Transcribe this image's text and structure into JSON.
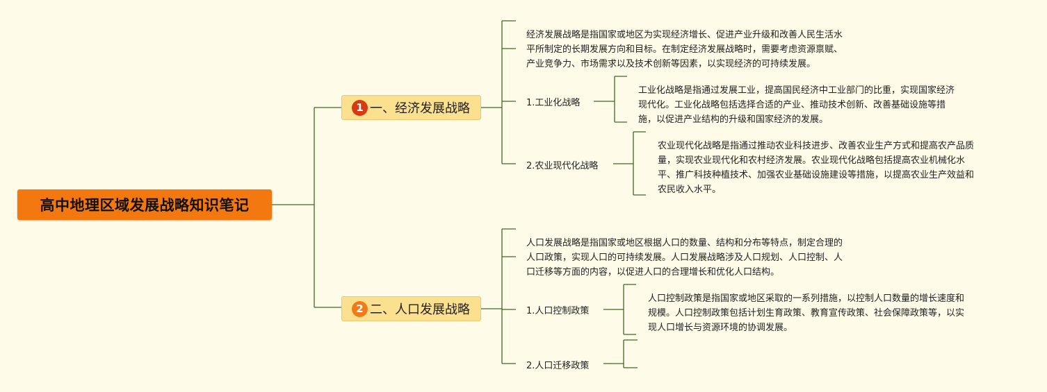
{
  "title": "高中地理区域发展战略知识笔记",
  "colors": {
    "background": "#fefbe9",
    "root": "#f3780f",
    "branch": "#fbe08f",
    "line": "#3c6a22",
    "badge1": "#d63a12",
    "badge2": "#ef7a1a"
  },
  "branches": [
    {
      "number": "1",
      "label": "一、经济发展战略",
      "description": "经济发展战略是指国家或地区为实现经济增长、促进产业升级和改善人民生活水\n平所制定的长期发展方向和目标。在制定经济发展战略时，需要考虑资源禀赋、\n产业竞争力、市场需求以及技术创新等因素，以实现经济的可持续发展。",
      "children": [
        {
          "label": "1.工业化战略",
          "text": "工业化战略是指通过发展工业，提高国民经济中工业部门的比重，实现国家经济\n现代化。工业化战略包括选择合适的产业、推动技术创新、改善基础设施等措\n施，以促进产业结构的升级和国家经济的发展。"
        },
        {
          "label": "2.农业现代化战略",
          "text": "农业现代化战略是指通过推动农业科技进步、改善农业生产方式和提高农产品质\n量，实现农业现代化和农村经济发展。农业现代化战略包括提高农业机械化水\n平、推广科技种植技术、加强农业基础设施建设等措施，以提高农业生产效益和\n农民收入水平。"
        }
      ]
    },
    {
      "number": "2",
      "label": "二、人口发展战略",
      "description": "人口发展战略是指国家或地区根据人口的数量、结构和分布等特点，制定合理的\n人口政策，实现人口的可持续发展。人口发展战略涉及人口规划、人口控制、人\n口迁移等方面的内容，以促进人口的合理增长和优化人口结构。",
      "children": [
        {
          "label": "1.人口控制政策",
          "text": "人口控制政策是指国家或地区采取的一系列措施，以控制人口数量的增长速度和\n规模。人口控制政策包括计划生育政策、教育宣传政策、社会保障政策等，以实\n现人口增长与资源环境的协调发展。"
        },
        {
          "label": "2.人口迁移政策",
          "text": ""
        }
      ]
    }
  ]
}
